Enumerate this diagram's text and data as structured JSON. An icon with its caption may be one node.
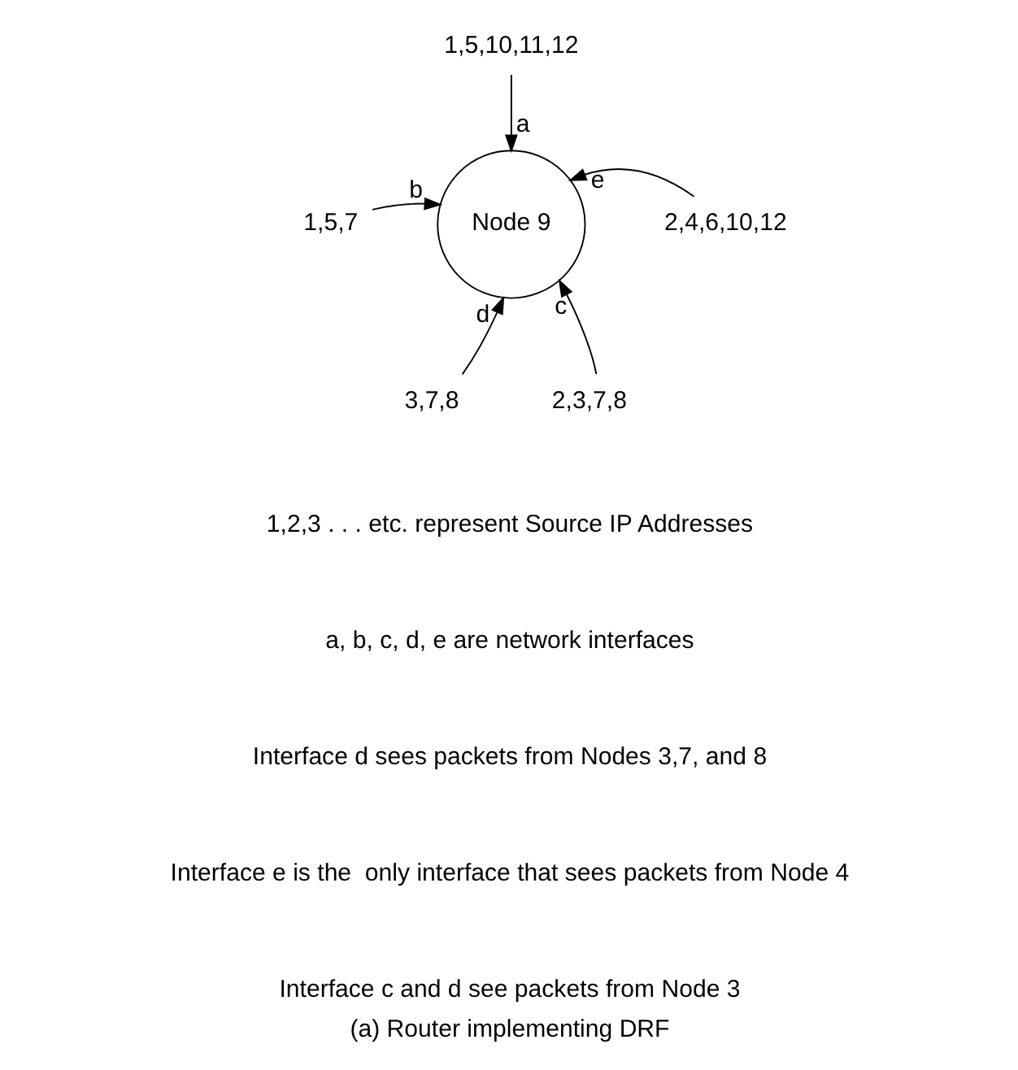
{
  "diagram": {
    "caption": "(a) Router implementing DRF",
    "nodes": [
      {
        "text": [
          "1,5,10,11,12"
        ]
      },
      {
        "text": [
          "Node 9"
        ]
      },
      {
        "text": [
          "2,4,6,10,12"
        ]
      },
      {
        "text": [
          "1,5,7"
        ]
      },
      {
        "text": [
          "3,7,8"
        ]
      },
      {
        "text": [
          "2,3,7,8"
        ]
      }
    ],
    "edges": [
      {
        "from": 0,
        "to": 1,
        "arrow": "to",
        "label": "a"
      },
      {
        "from": 3,
        "to": 1,
        "arrow": "to",
        "label": "b"
      },
      {
        "from": 5,
        "to": 1,
        "arrow": "to",
        "label": "c"
      },
      {
        "from": 4,
        "to": 1,
        "arrow": "to",
        "label": "d"
      },
      {
        "from": 2,
        "to": 1,
        "arrow": "to",
        "label": "e"
      }
    ],
    "labels": [
      "1,2,3 . . . etc. represent Source IP Addresses",
      "a, b, c, d, e are network interfaces",
      "Interface d sees packets from Nodes 3,7, and 8",
      "Interface e is the  only interface that sees packets from Node 4",
      "Interface c and d see packets from Node 3"
    ]
  }
}
